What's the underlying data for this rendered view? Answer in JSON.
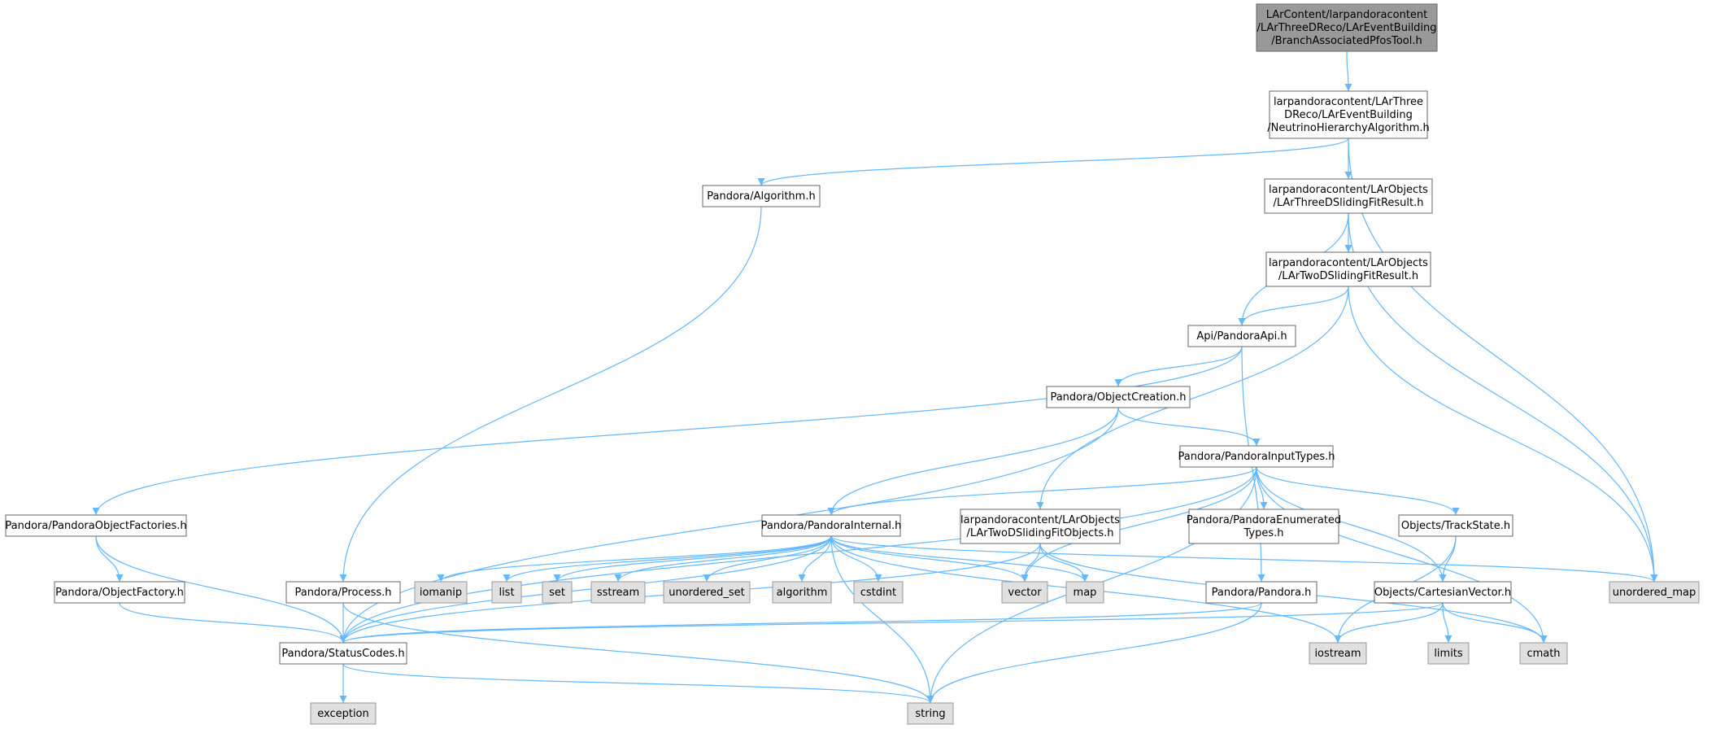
{
  "edge_color": "#63b8ff",
  "node_styles": {
    "root": {
      "fill": "#999999",
      "stroke": "#666666"
    },
    "header": {
      "fill": "#ffffff",
      "stroke": "#666666"
    },
    "system": {
      "fill": "#e0e0e0",
      "stroke": "#999999"
    }
  },
  "nodes": [
    {
      "id": "root",
      "style": "root",
      "lines": [
        "LArContent/larpandoracontent",
        "/LArThreeDReco/LArEventBuilding",
        "/BranchAssociatedPfosTool.h"
      ]
    },
    {
      "id": "nh",
      "style": "header",
      "lines": [
        "larpandoracontent/LArThree",
        "DReco/LArEventBuilding",
        "/NeutrinoHierarchyAlgorithm.h"
      ]
    },
    {
      "id": "alg",
      "style": "header",
      "lines": [
        "Pandora/Algorithm.h"
      ]
    },
    {
      "id": "l3d",
      "style": "header",
      "lines": [
        "larpandoracontent/LArObjects",
        "/LArThreeDSlidingFitResult.h"
      ]
    },
    {
      "id": "l2d",
      "style": "header",
      "lines": [
        "larpandoracontent/LArObjects",
        "/LArTwoDSlidingFitResult.h"
      ]
    },
    {
      "id": "api",
      "style": "header",
      "lines": [
        "Api/PandoraApi.h"
      ]
    },
    {
      "id": "oc",
      "style": "header",
      "lines": [
        "Pandora/ObjectCreation.h"
      ]
    },
    {
      "id": "pit",
      "style": "header",
      "lines": [
        "Pandora/PandoraInputTypes.h"
      ]
    },
    {
      "id": "pof",
      "style": "header",
      "lines": [
        "Pandora/PandoraObjectFactories.h"
      ]
    },
    {
      "id": "pi",
      "style": "header",
      "lines": [
        "Pandora/PandoraInternal.h"
      ]
    },
    {
      "id": "l2o",
      "style": "header",
      "lines": [
        "larpandoracontent/LArObjects",
        "/LArTwoDSlidingFitObjects.h"
      ]
    },
    {
      "id": "pet",
      "style": "header",
      "lines": [
        "Pandora/PandoraEnumerated",
        "Types.h"
      ]
    },
    {
      "id": "ts",
      "style": "header",
      "lines": [
        "Objects/TrackState.h"
      ]
    },
    {
      "id": "of",
      "style": "header",
      "lines": [
        "Pandora/ObjectFactory.h"
      ]
    },
    {
      "id": "proc",
      "style": "header",
      "lines": [
        "Pandora/Process.h"
      ]
    },
    {
      "id": "pp",
      "style": "header",
      "lines": [
        "Pandora/Pandora.h"
      ]
    },
    {
      "id": "cv",
      "style": "header",
      "lines": [
        "Objects/CartesianVector.h"
      ]
    },
    {
      "id": "sc",
      "style": "header",
      "lines": [
        "Pandora/StatusCodes.h"
      ]
    },
    {
      "id": "umap",
      "style": "system",
      "lines": [
        "unordered_map"
      ]
    },
    {
      "id": "iomanip",
      "style": "system",
      "lines": [
        "iomanip"
      ]
    },
    {
      "id": "list",
      "style": "system",
      "lines": [
        "list"
      ]
    },
    {
      "id": "set",
      "style": "system",
      "lines": [
        "set"
      ]
    },
    {
      "id": "sstream",
      "style": "system",
      "lines": [
        "sstream"
      ]
    },
    {
      "id": "uset",
      "style": "system",
      "lines": [
        "unordered_set"
      ]
    },
    {
      "id": "algorithm",
      "style": "system",
      "lines": [
        "algorithm"
      ]
    },
    {
      "id": "cstdint",
      "style": "system",
      "lines": [
        "cstdint"
      ]
    },
    {
      "id": "vector",
      "style": "system",
      "lines": [
        "vector"
      ]
    },
    {
      "id": "map",
      "style": "system",
      "lines": [
        "map"
      ]
    },
    {
      "id": "iostream",
      "style": "system",
      "lines": [
        "iostream"
      ]
    },
    {
      "id": "limits",
      "style": "system",
      "lines": [
        "limits"
      ]
    },
    {
      "id": "cmath",
      "style": "system",
      "lines": [
        "cmath"
      ]
    },
    {
      "id": "exception",
      "style": "system",
      "lines": [
        "exception"
      ]
    },
    {
      "id": "string",
      "style": "system",
      "lines": [
        "string"
      ]
    }
  ],
  "edges": [
    {
      "from": "root",
      "to": "nh"
    },
    {
      "from": "nh",
      "to": "alg"
    },
    {
      "from": "nh",
      "to": "l3d"
    },
    {
      "from": "nh",
      "to": "umap"
    },
    {
      "from": "alg",
      "to": "proc"
    },
    {
      "from": "l3d",
      "to": "l2d"
    },
    {
      "from": "l3d",
      "to": "api"
    },
    {
      "from": "l3d",
      "to": "umap"
    },
    {
      "from": "l2d",
      "to": "api"
    },
    {
      "from": "l2d",
      "to": "l2o"
    },
    {
      "from": "l2d",
      "to": "umap"
    },
    {
      "from": "api",
      "to": "oc"
    },
    {
      "from": "api",
      "to": "pof"
    },
    {
      "from": "api",
      "to": "pp"
    },
    {
      "from": "oc",
      "to": "pit"
    },
    {
      "from": "oc",
      "to": "pi"
    },
    {
      "from": "oc",
      "to": "sc"
    },
    {
      "from": "pit",
      "to": "pi"
    },
    {
      "from": "pit",
      "to": "pet"
    },
    {
      "from": "pit",
      "to": "ts"
    },
    {
      "from": "pit",
      "to": "cv"
    },
    {
      "from": "pit",
      "to": "sc"
    },
    {
      "from": "pit",
      "to": "string"
    },
    {
      "from": "pit",
      "to": "vector"
    },
    {
      "from": "pit",
      "to": "cmath"
    },
    {
      "from": "pof",
      "to": "of"
    },
    {
      "from": "pof",
      "to": "sc"
    },
    {
      "from": "of",
      "to": "sc"
    },
    {
      "from": "pi",
      "to": "iomanip"
    },
    {
      "from": "pi",
      "to": "list"
    },
    {
      "from": "pi",
      "to": "set"
    },
    {
      "from": "pi",
      "to": "sstream"
    },
    {
      "from": "pi",
      "to": "uset"
    },
    {
      "from": "pi",
      "to": "algorithm"
    },
    {
      "from": "pi",
      "to": "cstdint"
    },
    {
      "from": "pi",
      "to": "vector"
    },
    {
      "from": "pi",
      "to": "map"
    },
    {
      "from": "pi",
      "to": "umap"
    },
    {
      "from": "pi",
      "to": "iostream"
    },
    {
      "from": "pi",
      "to": "string"
    },
    {
      "from": "pi",
      "to": "sc"
    },
    {
      "from": "l2o",
      "to": "vector"
    },
    {
      "from": "l2o",
      "to": "map"
    },
    {
      "from": "l2o",
      "to": "cmath"
    },
    {
      "from": "l2o",
      "to": "sc"
    },
    {
      "from": "ts",
      "to": "cv"
    },
    {
      "from": "ts",
      "to": "iostream"
    },
    {
      "from": "cv",
      "to": "iostream"
    },
    {
      "from": "cv",
      "to": "limits"
    },
    {
      "from": "cv",
      "to": "cmath"
    },
    {
      "from": "cv",
      "to": "sc"
    },
    {
      "from": "proc",
      "to": "sc"
    },
    {
      "from": "proc",
      "to": "string"
    },
    {
      "from": "pp",
      "to": "sc"
    },
    {
      "from": "pp",
      "to": "string"
    },
    {
      "from": "sc",
      "to": "exception"
    },
    {
      "from": "sc",
      "to": "string"
    }
  ]
}
